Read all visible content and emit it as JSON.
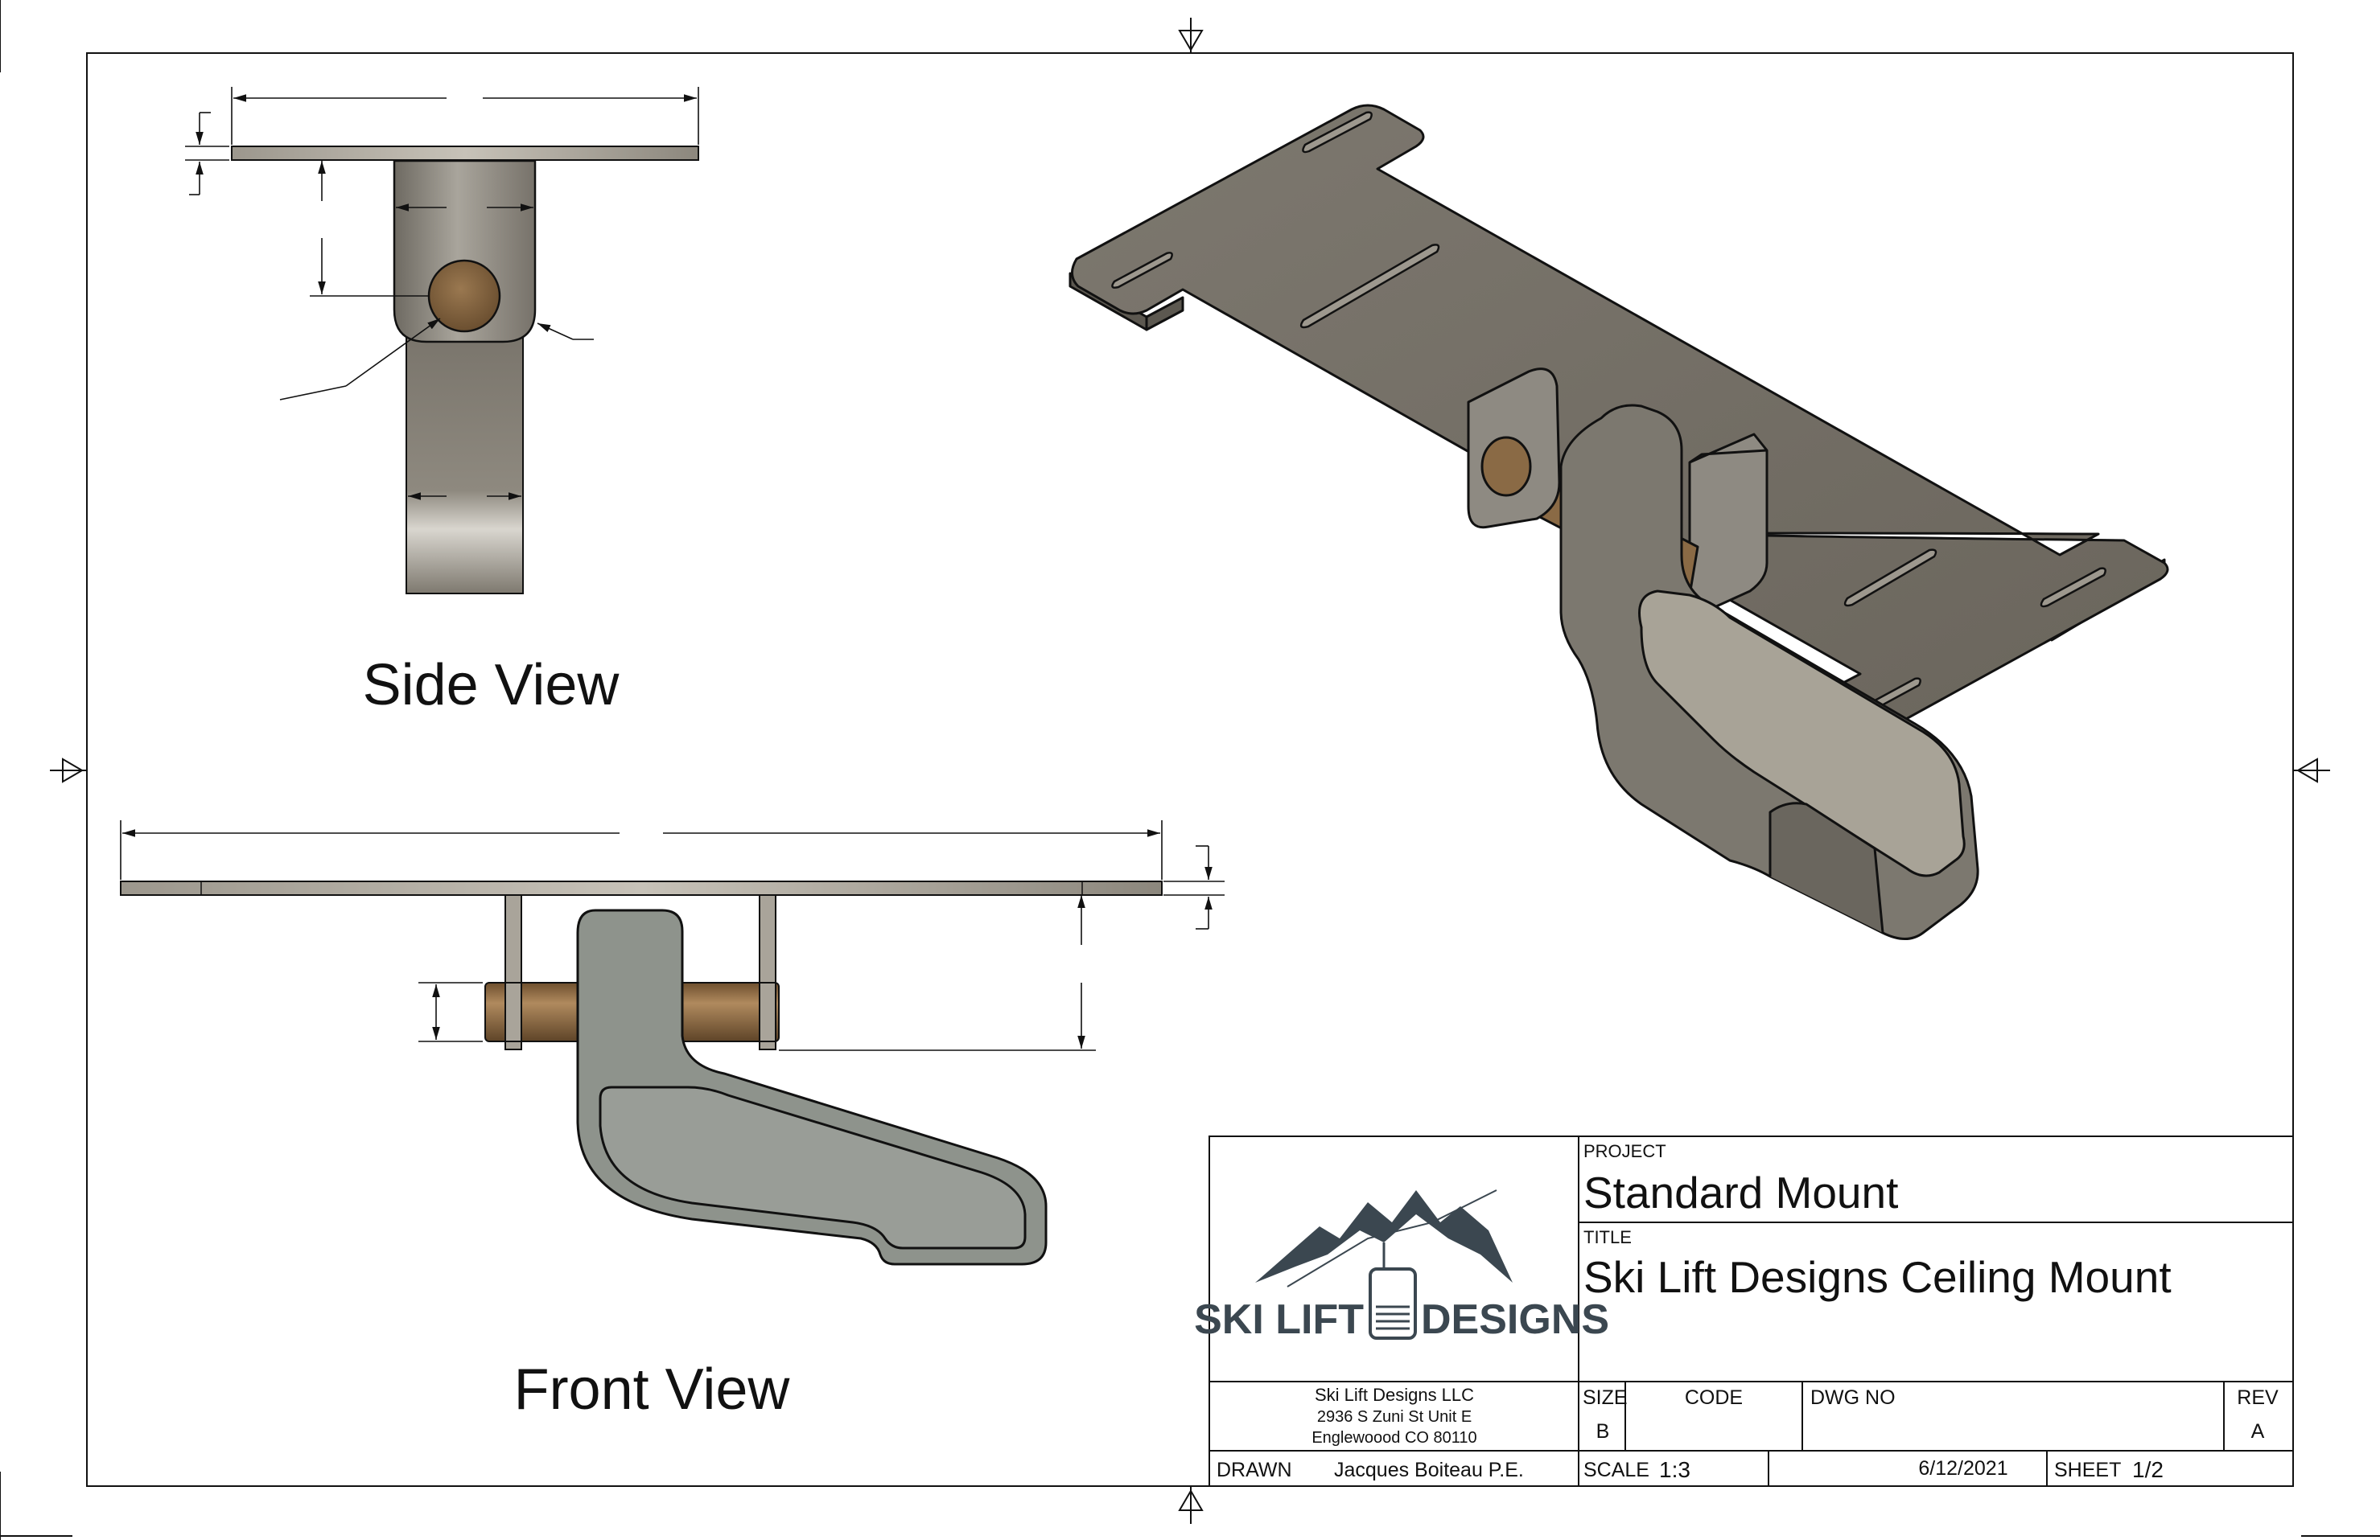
{
  "views": {
    "side_view_label": "Side View",
    "front_view_label": "Front View"
  },
  "title_block": {
    "project_label": "PROJECT",
    "project": "Standard Mount",
    "title_label": "TITLE",
    "title": "Ski Lift Designs Ceiling Mount",
    "company": {
      "name": "Ski Lift Designs LLC",
      "address1": "2936 S Zuni St Unit E",
      "address2": "Englewoood CO 80110"
    },
    "logo": {
      "left_word": "SKI LIFT",
      "right_word": "DESIGNS"
    },
    "size_label": "SIZE",
    "size": "B",
    "code_label": "CODE",
    "dwg_no_label": "DWG NO",
    "rev_label": "REV",
    "rev": "A",
    "drawn_label": "DRAWN",
    "drawn_by": "Jacques Boiteau P.E.",
    "scale_label": "SCALE",
    "scale": "1:3",
    "date": "6/12/2021",
    "sheet_label": "SHEET",
    "sheet": "1/2"
  },
  "colors": {
    "metal": "#8f8a80",
    "metal_light": "#bdb8ae",
    "metal_dark": "#6c675f",
    "bronze": "#8a6a45",
    "hook_fill": "#8c918b",
    "logo": "#3b4750"
  }
}
